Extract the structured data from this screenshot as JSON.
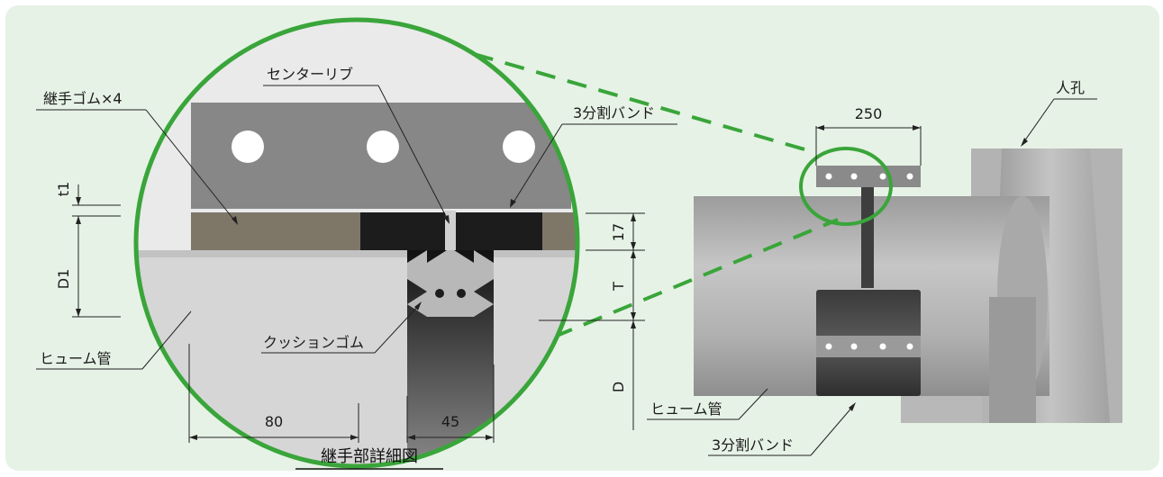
{
  "labels": {
    "center_rib": "センターリブ",
    "joint_rubber": "継手ゴム×4",
    "band_detail": "3分割バンド",
    "band_main": "3分割バンド",
    "cushion_rubber": "クッションゴム",
    "hume_pipe_detail": "ヒューム管",
    "hume_pipe_main": "ヒューム管",
    "manhole": "人孔",
    "title": "継手部詳細図"
  },
  "dimensions": {
    "t1": "t1",
    "d1": "D1",
    "seventeen": "17",
    "t": "T",
    "d": "D",
    "eighty": "80",
    "fortyfive": "45",
    "twofifty": "250"
  },
  "colors": {
    "background_panel": "#e6f2e6",
    "highlight_green": "#3aa53a",
    "band_gray": "#8a8a8a",
    "pipe_gray": "#b4b4b4",
    "rubber_brown": "#7d7667",
    "dark": "#2a2a2a"
  }
}
